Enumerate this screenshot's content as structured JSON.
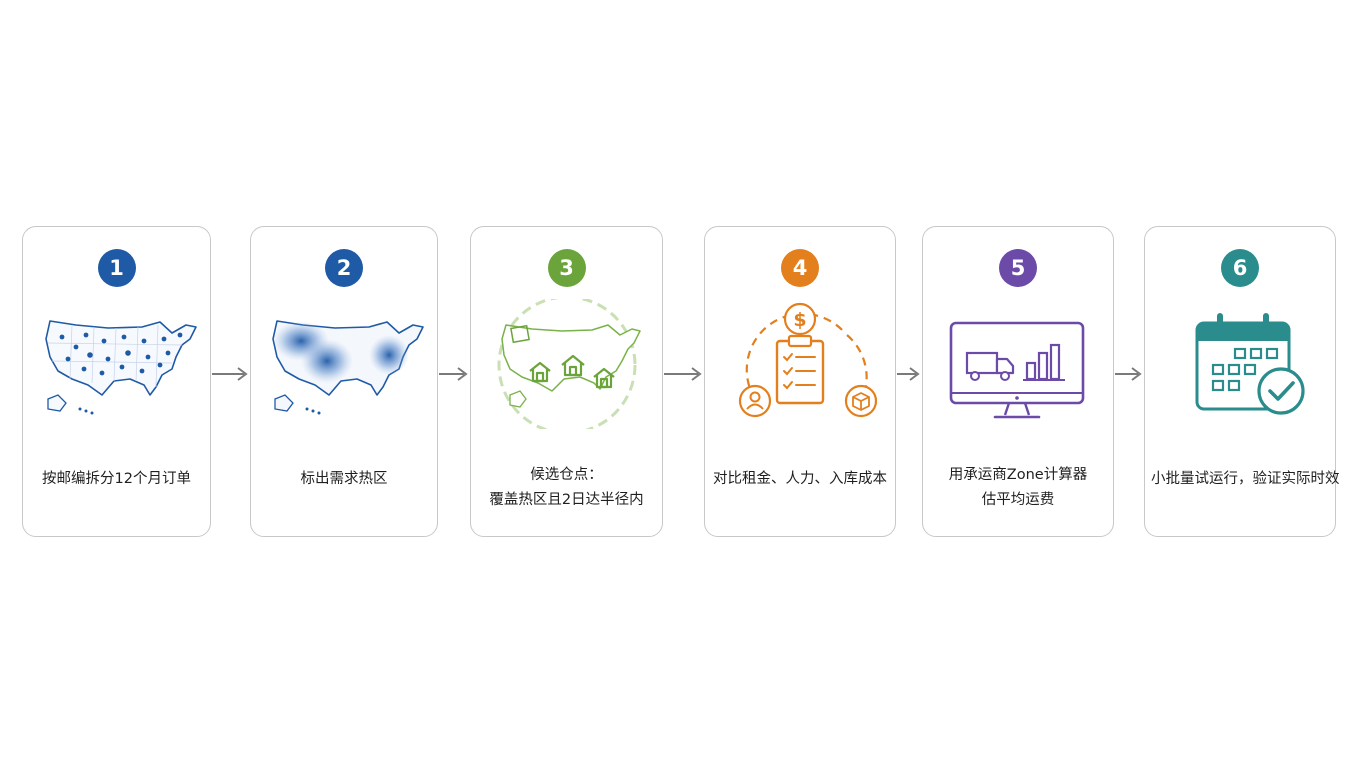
{
  "colors": {
    "blue": "#1f5aa6",
    "green": "#6aa43a",
    "orange": "#e37f1c",
    "purple": "#6b4aa8",
    "teal": "#2a8c8c",
    "arrow": "#7a7a7a"
  },
  "steps": [
    {
      "number": "1",
      "lines": [
        "按邮编拆分12个月订单"
      ],
      "icon": "us-map-dots-icon"
    },
    {
      "number": "2",
      "lines": [
        "标出需求热区"
      ],
      "icon": "us-heatmap-icon"
    },
    {
      "number": "3",
      "lines": [
        "候选仓点：",
        "覆盖热区且2日达半径内"
      ],
      "icon": "warehouse-map-icon"
    },
    {
      "number": "4",
      "lines": [
        "对比租金、人力、入库成本"
      ],
      "icon": "cost-clipboard-icon"
    },
    {
      "number": "5",
      "lines": [
        "用承运商Zone计算器",
        "估平均运费"
      ],
      "icon": "freight-monitor-icon"
    },
    {
      "number": "6",
      "lines": [
        "小批量试运行，验证实际时效"
      ],
      "icon": "calendar-check-icon"
    }
  ]
}
